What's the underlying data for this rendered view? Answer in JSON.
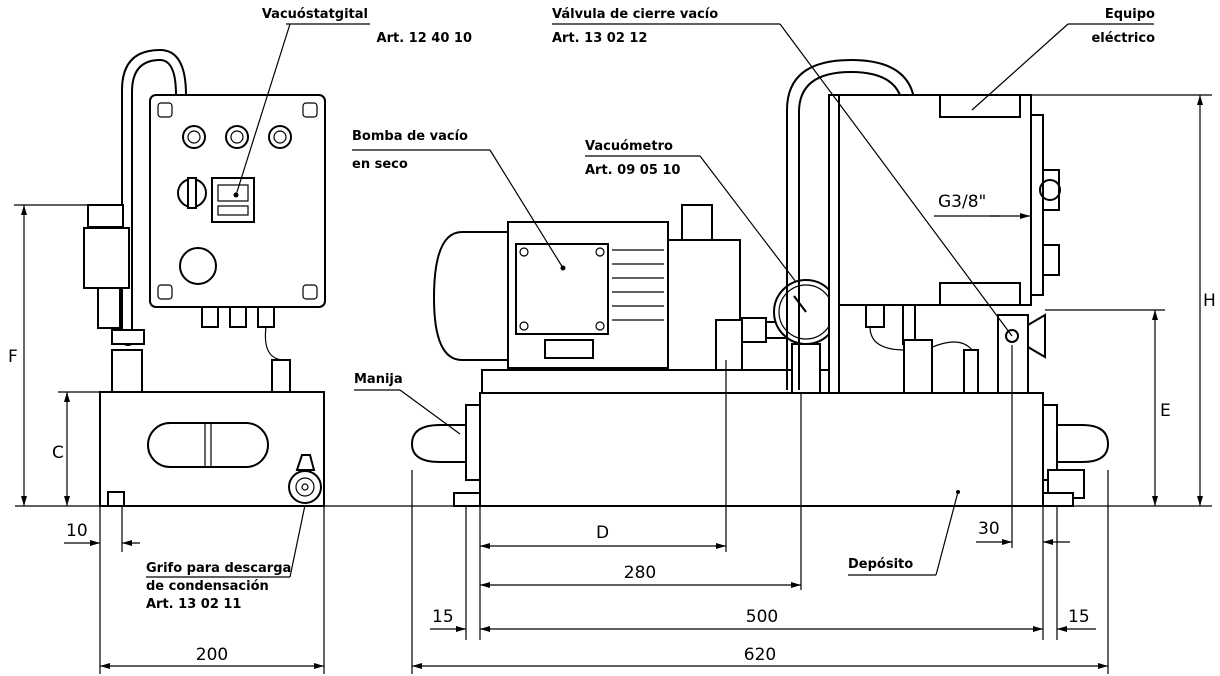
{
  "labels": {
    "vacuostato_title": "Vacuóstatgital",
    "vacuostato_art": "Art. 12 40 10",
    "valvula_title": "Válvula de cierre vacío",
    "valvula_art": "Art. 13 02 12",
    "equipo_line1": "Equipo",
    "equipo_line2": "eléctrico",
    "bomba_line1": "Bomba de vacío",
    "bomba_line2": "en seco",
    "vacuometro_title": "Vacuómetro",
    "vacuometro_art": "Art. 09 05 10",
    "thread": "G3/8\"",
    "manija": "Manija",
    "grifo_line1": "Grifo para descarga",
    "grifo_line2": "de condensación",
    "grifo_art": "Art. 13 02 11",
    "deposito": "Depósito"
  },
  "dimensions": {
    "F": "F",
    "C": "C",
    "H": "H",
    "E": "E",
    "D": "D",
    "d10": "10",
    "d200": "200",
    "d280": "280",
    "d500": "500",
    "d620": "620",
    "d15_left": "15",
    "d15_right": "15",
    "d30": "30"
  }
}
